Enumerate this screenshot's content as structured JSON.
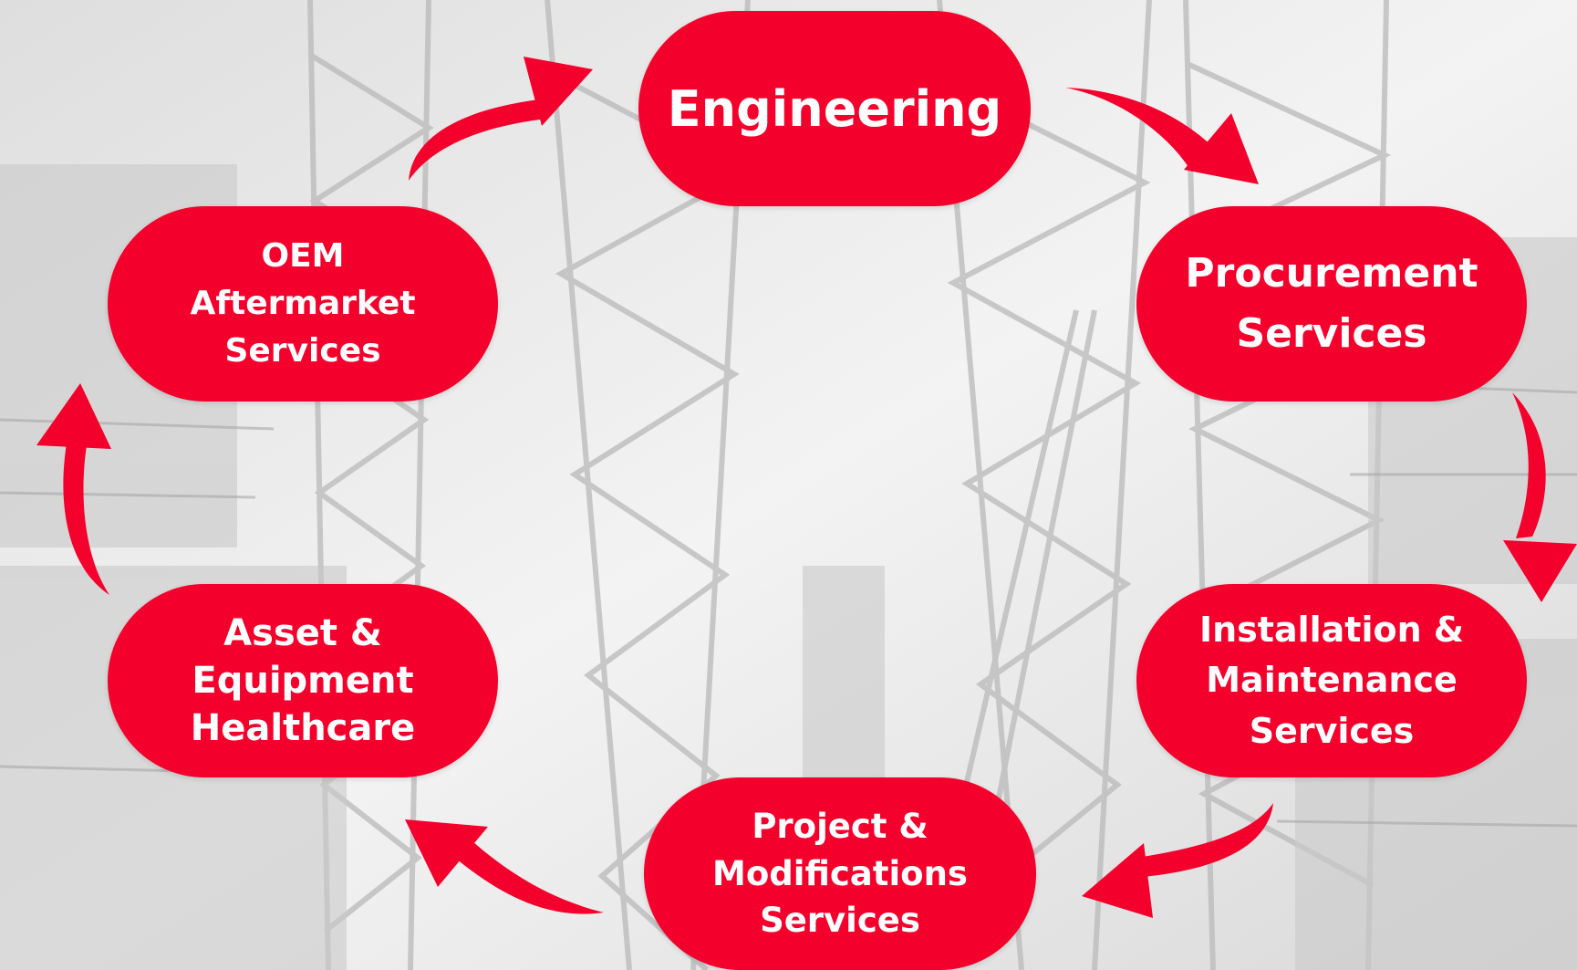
{
  "colors": {
    "accent": "#f4002c",
    "text_on_accent": "#ffffff",
    "background": "#e9e9e9",
    "structure_gray": "#b9b9b9"
  },
  "background_image": "grayscale offshore drilling rig lattice structure",
  "nodes": {
    "engineering": {
      "lines": [
        "Engineering"
      ]
    },
    "procurement": {
      "lines": [
        "Procurement",
        "Services"
      ]
    },
    "installation": {
      "lines": [
        "Installation &",
        "Maintenance",
        "Services"
      ]
    },
    "project": {
      "lines": [
        "Project &",
        "Modifications",
        "Services"
      ]
    },
    "asset": {
      "lines": [
        "Asset &",
        "Equipment",
        "Healthcare"
      ]
    },
    "oem": {
      "lines": [
        "OEM",
        "Aftermarket",
        "Services"
      ]
    }
  },
  "cycle_order": [
    "engineering",
    "procurement",
    "installation",
    "project",
    "asset",
    "oem"
  ]
}
